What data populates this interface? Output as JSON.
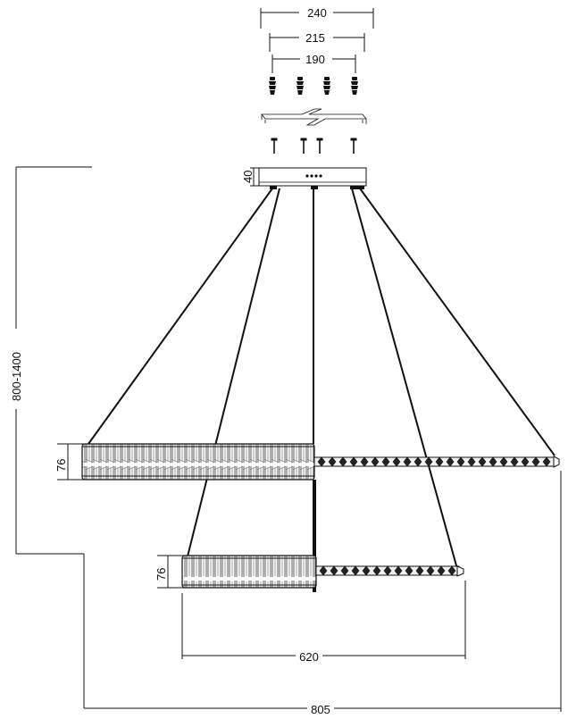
{
  "dimensions": {
    "top_width_1": "240",
    "top_width_2": "215",
    "top_width_3": "190",
    "canopy_height": "40",
    "total_height": "800-1400",
    "upper_ring_height": "76",
    "lower_ring_height": "76",
    "lower_ring_width": "620",
    "upper_ring_width": "805"
  }
}
